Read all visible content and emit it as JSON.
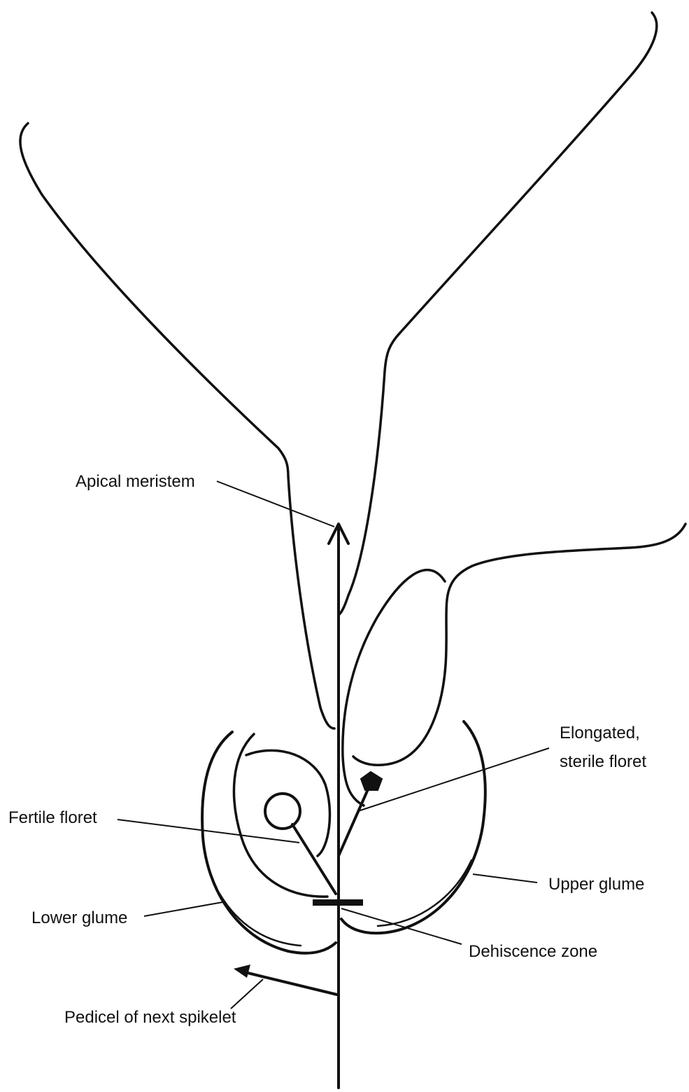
{
  "labels": {
    "apical_meristem": "Apical meristem",
    "elongated_line1": "Elongated,",
    "elongated_line2": "sterile floret",
    "fertile_floret": "Fertile floret",
    "upper_glume": "Upper glume",
    "lower_glume": "Lower glume",
    "dehiscence_zone": "Dehiscence zone",
    "pedicel": "Pedicel of next spikelet"
  },
  "colors": {
    "ink": "#111111",
    "background": "#ffffff"
  }
}
